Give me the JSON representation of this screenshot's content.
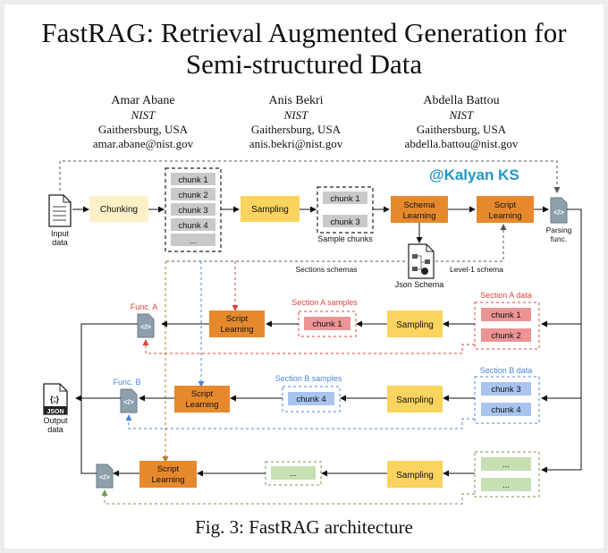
{
  "paper": {
    "title_line1": "FastRAG: Retrieval Augmented Generation for",
    "title_line2": "Semi-structured Data",
    "authors": [
      {
        "name": "Amar Abane",
        "affiliation": "NIST",
        "location": "Gaithersburg, USA",
        "email": "amar.abane@nist.gov"
      },
      {
        "name": "Anis Bekri",
        "affiliation": "NIST",
        "location": "Gaithersburg, USA",
        "email": "anis.bekri@nist.gov"
      },
      {
        "name": "Abdella Battou",
        "affiliation": "NIST",
        "location": "Gaithersburg, USA",
        "email": "abdella.battou@nist.gov"
      }
    ],
    "caption": "Fig. 3: FastRAG architecture"
  },
  "diagram": {
    "watermark": "@Kalyan KS",
    "input_label_1": "Input",
    "input_label_2": "data",
    "chunking": "Chunking",
    "chunks": [
      "chunk 1",
      "chunk 2",
      "chunk 3",
      "chunk 4",
      "..."
    ],
    "sampling": "Sampling",
    "sample_chunks": [
      "chunk 1",
      "chunk 3"
    ],
    "sample_chunks_label": "Sample chunks",
    "schema_learning_1": "Schema",
    "schema_learning_2": "Learning",
    "script_learning_1": "Script",
    "script_learning_2": "Learning",
    "parsing_func_1": "Parsing",
    "parsing_func_2": "func.",
    "json_schema_label": "Json Schema",
    "sections_schemas_label": "Sections schemas",
    "level1_schema_label": "Level-1 schema",
    "section_a_data_label": "Section A data",
    "section_a_data": [
      "chunk 1",
      "chunk 2"
    ],
    "section_a_samples_label": "Section A samples",
    "section_a_sample": "chunk 1",
    "func_a": "Func. A",
    "section_b_data_label": "Section B data",
    "section_b_data": [
      "chunk 3",
      "chunk 4"
    ],
    "section_b_samples_label": "Section B samples",
    "section_b_sample": "chunk 4",
    "func_b": "Func. B",
    "section_c_data": [
      "...",
      "..."
    ],
    "section_c_sample": "...",
    "json_icon_text": "{;}",
    "json_tag": "JSON",
    "output_label_1": "Output",
    "output_label_2": "data",
    "code_glyph": "</>",
    "colors": {
      "yellow": "#fbd35f",
      "light_yellow": "#fdf0c6",
      "orange": "#e6892d",
      "red_section": "#d9453f",
      "red_chunk": "#ec9494",
      "blue_section": "#4f86d6",
      "blue_chunk": "#a9c4ef",
      "green_section": "#6f9a4b",
      "green_chunk": "#c6dfb3",
      "gray_chunk": "#c9c9c9",
      "watermark": "#1f97c9"
    }
  }
}
